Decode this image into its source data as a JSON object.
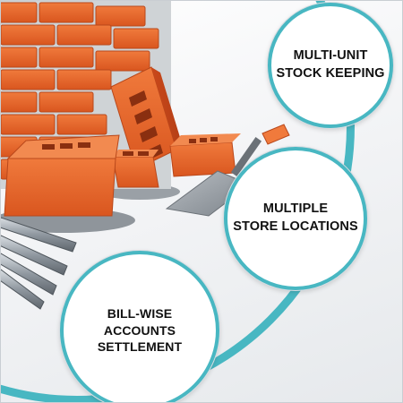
{
  "image": {
    "subject": "bricks-and-construction-materials",
    "accent_color": "#48b7c2",
    "brick_color": "#e8632c"
  },
  "features": [
    {
      "text": "MULTI-UNIT\nSTOCK KEEPING"
    },
    {
      "text": "MULTIPLE\nSTORE LOCATIONS"
    },
    {
      "text": "BILL-WISE\nACCOUNTS SETTLEMENT"
    }
  ]
}
